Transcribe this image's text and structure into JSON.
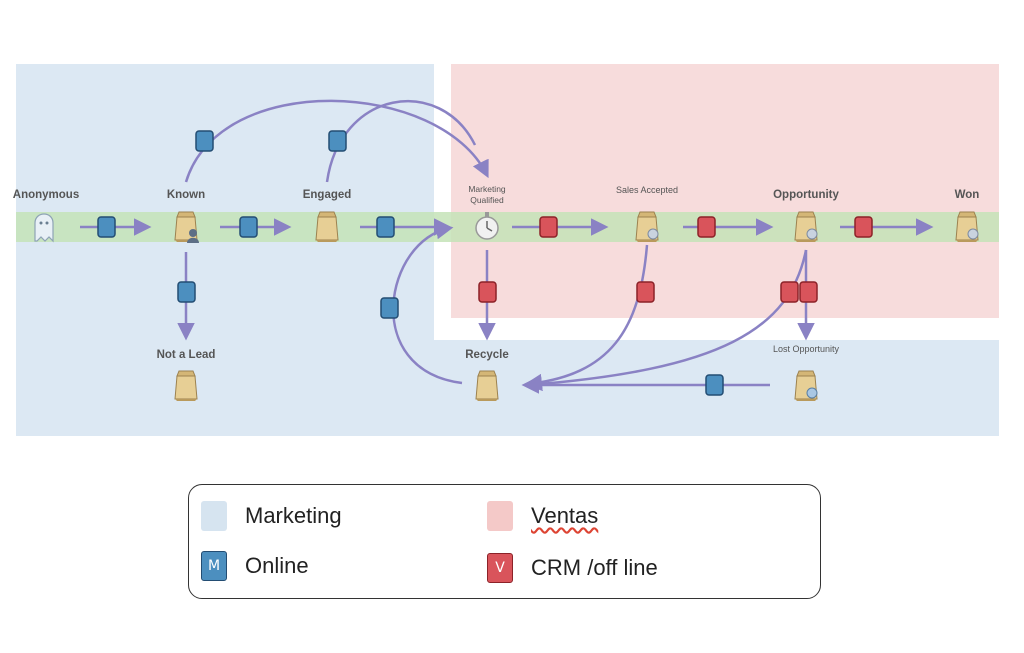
{
  "stages": {
    "anonymous": "Anonymous",
    "known": "Known",
    "engaged": "Engaged",
    "marketing_qualified": [
      "Marketing",
      "Qualified"
    ],
    "sales_accepted": "Sales Accepted",
    "opportunity": "Opportunity",
    "won": "Won",
    "not_a_lead": "Not a Lead",
    "recycle": "Recycle",
    "lost_opportunity": "Lost Opportunity"
  },
  "legend": {
    "marketing": "Marketing",
    "ventas": "Ventas",
    "online_letter": "M",
    "online": "Online",
    "crm_letter": "V",
    "crm": "CRM /off line"
  },
  "colors": {
    "marketing_zone": "#dce8f3",
    "sales_zone": "#f7dcdc",
    "progress_band": "#cde7c2",
    "online_marker": "#4c8fbf",
    "crm_marker": "#d9545b",
    "arrow": "#8a82c4"
  },
  "icons": {
    "anonymous": "ghost-icon",
    "known": "user-bag-icon",
    "engaged": "bag-icon",
    "marketing_qualified": "stopwatch-icon",
    "sales_accepted": "bag-check-icon",
    "opportunity": "bag-check-icon",
    "won": "bag-check-icon",
    "not_a_lead": "bag-icon",
    "recycle": "bag-icon",
    "lost_opportunity": "bag-globe-icon"
  }
}
